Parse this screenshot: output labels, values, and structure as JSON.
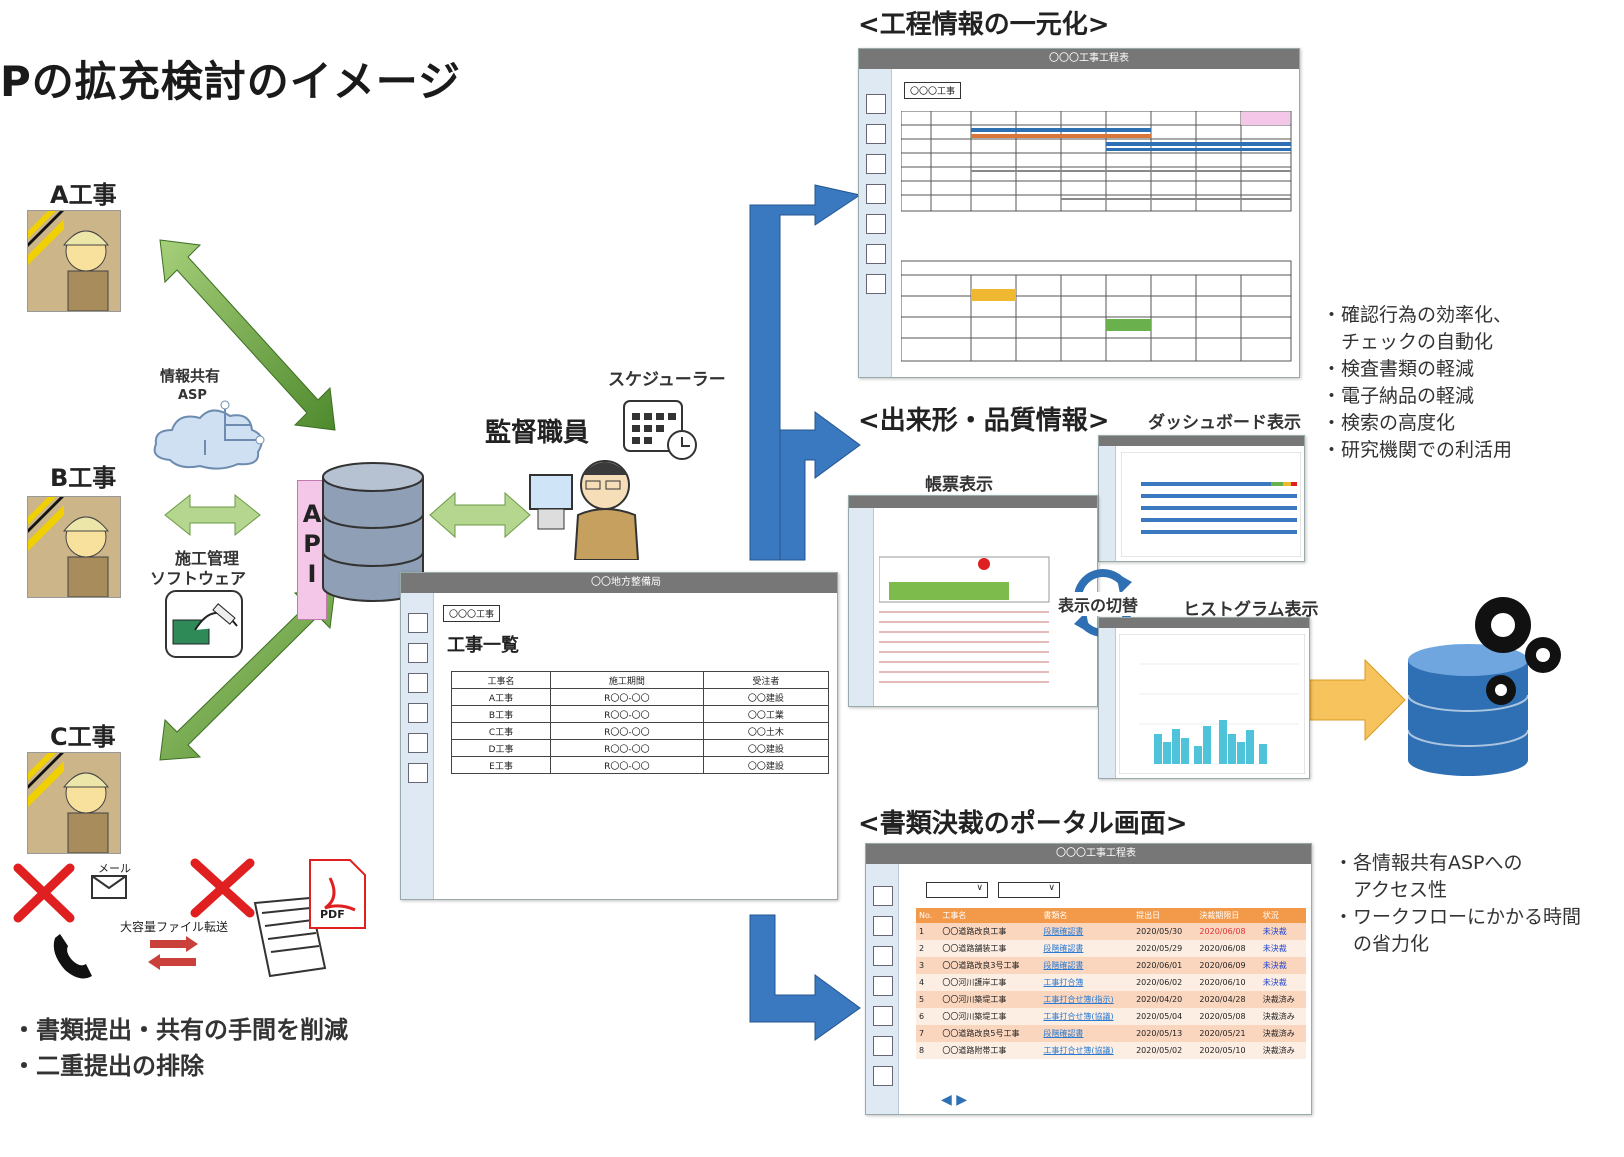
{
  "title": "Pの拡充検討のイメージ",
  "sites": {
    "a": "A工事",
    "b": "B工事",
    "c": "C工事"
  },
  "asp_label": "情報共有",
  "asp_sub": "ASP",
  "software_label": "施工管理",
  "software_sub": "ソフトウェア",
  "api_letters": [
    "A",
    "P",
    "I"
  ],
  "supervisor": "監督職員",
  "scheduler": "スケジューラー",
  "list_window": {
    "title": "〇〇地方整備局",
    "tag": "〇〇〇工事",
    "heading": "工事一覧",
    "columns": [
      "工事名",
      "施工期間",
      "受注者"
    ],
    "rows": [
      [
        "A工事",
        "R〇〇-〇〇",
        "〇〇建設"
      ],
      [
        "B工事",
        "R〇〇-〇〇",
        "〇〇工業"
      ],
      [
        "C工事",
        "R〇〇-〇〇",
        "〇〇土木"
      ],
      [
        "D工事",
        "R〇〇-〇〇",
        "〇〇建設"
      ],
      [
        "E工事",
        "R〇〇-〇〇",
        "〇〇建設"
      ]
    ]
  },
  "section_schedule": "<工程情報の一元化>",
  "schedule_window": {
    "title": "〇〇〇工事工程表",
    "tag": "〇〇〇工事"
  },
  "section_quality": "<出来形・品質情報>",
  "dashboard_label": "ダッシュボード表示",
  "ledger_label": "帳票表示",
  "switch_label": "表示の切替",
  "histogram_label": "ヒストグラム表示",
  "section_portal": "<書類決裁のポータル画面>",
  "portal_window": {
    "title": "〇〇〇工事工程表",
    "columns": [
      "No.",
      "工事名",
      "書類名",
      "提出日",
      "決裁期限日",
      "状況"
    ],
    "rows": [
      [
        "1",
        "〇〇道路改良工事",
        "段階確認書",
        "2020/05/30",
        "2020/06/08",
        "未決裁"
      ],
      [
        "2",
        "〇〇道路舗装工事",
        "段階確認書",
        "2020/05/29",
        "2020/06/08",
        "未決裁"
      ],
      [
        "3",
        "〇〇道路改良3号工事",
        "段階確認書",
        "2020/06/01",
        "2020/06/09",
        "未決裁"
      ],
      [
        "4",
        "〇〇河川護岸工事",
        "工事打合簿",
        "2020/06/02",
        "2020/06/10",
        "未決裁"
      ],
      [
        "5",
        "〇〇河川築堤工事",
        "工事打合せ簿(指示)",
        "2020/04/20",
        "2020/04/28",
        "決裁済み"
      ],
      [
        "6",
        "〇〇河川築堤工事",
        "工事打合せ簿(協議)",
        "2020/05/04",
        "2020/05/08",
        "決裁済み"
      ],
      [
        "7",
        "〇〇道路改良5号工事",
        "段階確認書",
        "2020/05/13",
        "2020/05/21",
        "決裁済み"
      ],
      [
        "8",
        "〇〇道路附帯工事",
        "工事打合せ簿(協議)",
        "2020/05/02",
        "2020/05/10",
        "決裁済み"
      ]
    ]
  },
  "notes_schedule": [
    "・確認行為の効率化、",
    "　チェックの自動化",
    "・検査書類の軽減",
    "・電子納品の軽減",
    "・検索の高度化",
    "・研究機関での利活用"
  ],
  "notes_portal": [
    "・各情報共有ASPへの",
    "　アクセス性",
    "・ワークフローにかかる時間",
    "　の省力化"
  ],
  "mail_label": "メール",
  "transfer_label": "大容量ファイル転送",
  "pdf_label": "PDF",
  "bottom_notes": [
    "・書類提出・共有の手間を削減",
    "・二重提出の排除"
  ],
  "colors": {
    "green_arrow": "#5e9a3a",
    "blue_arrow": "#2f6fb3",
    "orange_arrow": "#f3b13a",
    "db_blue": "#2f6fb3",
    "red_x": "#e02020"
  }
}
